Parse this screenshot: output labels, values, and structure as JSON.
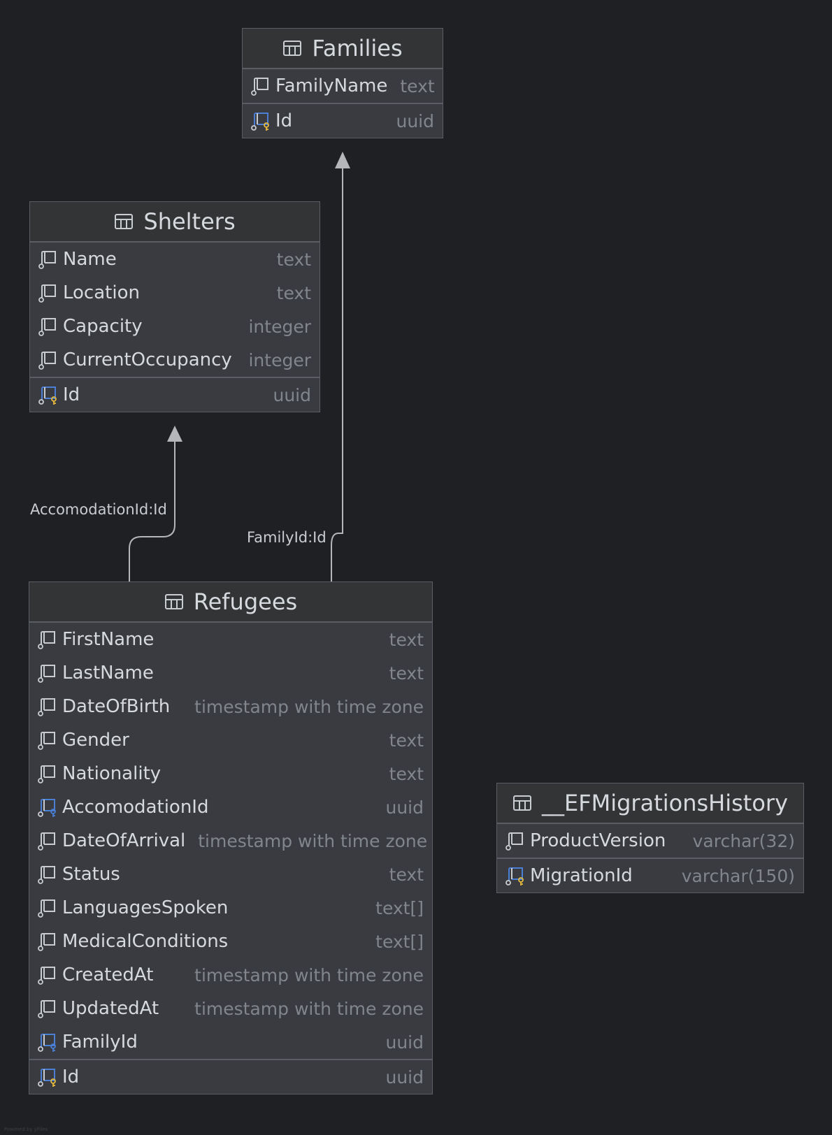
{
  "tables": {
    "families": {
      "name": "Families",
      "columns": [
        {
          "name": "FamilyName",
          "type": "text",
          "icon": "column-icon"
        }
      ],
      "key": {
        "name": "Id",
        "type": "uuid",
        "icon": "primary-key-icon"
      }
    },
    "shelters": {
      "name": "Shelters",
      "columns": [
        {
          "name": "Name",
          "type": "text",
          "icon": "column-icon"
        },
        {
          "name": "Location",
          "type": "text",
          "icon": "column-icon"
        },
        {
          "name": "Capacity",
          "type": "integer",
          "icon": "column-icon"
        },
        {
          "name": "CurrentOccupancy",
          "type": "integer",
          "icon": "column-icon"
        }
      ],
      "key": {
        "name": "Id",
        "type": "uuid",
        "icon": "primary-key-icon"
      }
    },
    "refugees": {
      "name": "Refugees",
      "columns": [
        {
          "name": "FirstName",
          "type": "text",
          "icon": "column-icon"
        },
        {
          "name": "LastName",
          "type": "text",
          "icon": "column-icon"
        },
        {
          "name": "DateOfBirth",
          "type": "timestamp with time zone",
          "icon": "column-icon"
        },
        {
          "name": "Gender",
          "type": "text",
          "icon": "column-icon"
        },
        {
          "name": "Nationality",
          "type": "text",
          "icon": "column-icon"
        },
        {
          "name": "AccomodationId",
          "type": "uuid",
          "icon": "foreign-key-icon"
        },
        {
          "name": "DateOfArrival",
          "type": "timestamp with time zone",
          "icon": "column-icon"
        },
        {
          "name": "Status",
          "type": "text",
          "icon": "column-icon"
        },
        {
          "name": "LanguagesSpoken",
          "type": "text[]",
          "icon": "column-icon"
        },
        {
          "name": "MedicalConditions",
          "type": "text[]",
          "icon": "column-icon"
        },
        {
          "name": "CreatedAt",
          "type": "timestamp with time zone",
          "icon": "column-icon"
        },
        {
          "name": "UpdatedAt",
          "type": "timestamp with time zone",
          "icon": "column-icon"
        },
        {
          "name": "FamilyId",
          "type": "uuid",
          "icon": "foreign-key-icon"
        }
      ],
      "key": {
        "name": "Id",
        "type": "uuid",
        "icon": "primary-key-icon"
      }
    },
    "migrations": {
      "name": "__EFMigrationsHistory",
      "columns": [
        {
          "name": "ProductVersion",
          "type": "varchar(32)",
          "icon": "column-icon"
        }
      ],
      "key": {
        "name": "MigrationId",
        "type": "varchar(150)",
        "icon": "primary-key-icon"
      }
    }
  },
  "relations": {
    "accomodation": {
      "label": "AccomodationId:Id"
    },
    "family": {
      "label": "FamilyId:Id"
    }
  },
  "watermark": "Powered by yFiles",
  "colors": {
    "background": "#1f2024",
    "table_body": "#393b40",
    "table_header": "#333436",
    "border": "#5a5d63",
    "text": "#d6d9de",
    "type_text": "#81858c",
    "foreign_key_accent": "#4a7fd4",
    "primary_key_accent": "#e5b93b",
    "connector": "#b4b6ba"
  }
}
